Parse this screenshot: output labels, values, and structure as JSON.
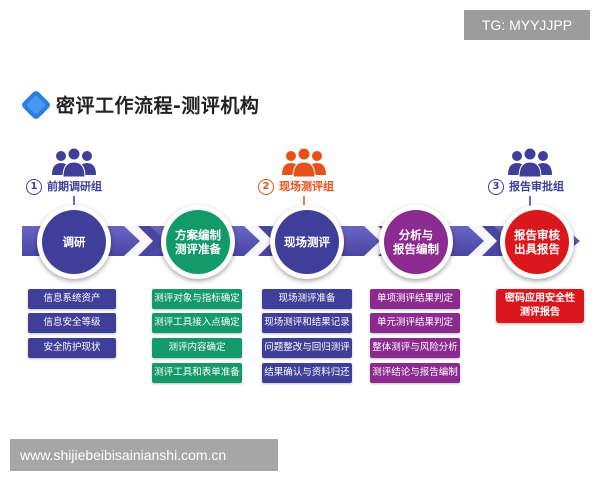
{
  "watermarks": {
    "top": "TG: MYYJJPP",
    "bottom": "www.shijiebeibisainianshi.com.cn"
  },
  "title": "密评工作流程-测评机构",
  "colors": {
    "blue": "#3f3f9a",
    "green": "#139a6b",
    "orange": "#ee5a14",
    "purple": "#8b2b8f",
    "red": "#d9171c",
    "ribbon": "#5a55b2",
    "icon_accent": "#2b7fe0"
  },
  "groups": [
    {
      "num": "1",
      "label": "前期调研组",
      "icon": "people-icon",
      "color": "#3f3f9a"
    },
    {
      "num": "2",
      "label": "现场测评组",
      "icon": "people-icon",
      "color": "#e8501a"
    },
    {
      "num": "3",
      "label": "报告审批组",
      "icon": "people-icon",
      "color": "#3f3f9a"
    }
  ],
  "stages": [
    {
      "line1": "调研",
      "line2": "",
      "color": "#3f3f9a",
      "items": [
        "信息系统资产",
        "信息安全等级",
        "安全防护现状"
      ]
    },
    {
      "line1": "方案编制",
      "line2": "测评准备",
      "color": "#139a6b",
      "items": [
        "测评对象与指标确定",
        "测评工具接入点确定",
        "测评内容确定",
        "测评工具和表单准备"
      ]
    },
    {
      "line1": "现场测评",
      "line2": "",
      "color": "#3f3f9a",
      "items": [
        "现场测评准备",
        "现场测评和结果记录",
        "问题整改与回归测评",
        "结果确认与资料归还"
      ]
    },
    {
      "line1": "分析与",
      "line2": "报告编制",
      "color": "#8b2b8f",
      "items": [
        "单项测评结果判定",
        "单元测评结果判定",
        "整体测评与风险分析",
        "测评结论与报告编制"
      ]
    },
    {
      "line1": "报告审核",
      "line2": "出具报告",
      "color": "#d9171c",
      "items": []
    }
  ],
  "final_box": {
    "line1": "密码应用安全性",
    "line2": "测评报告",
    "color": "#d9171c"
  }
}
